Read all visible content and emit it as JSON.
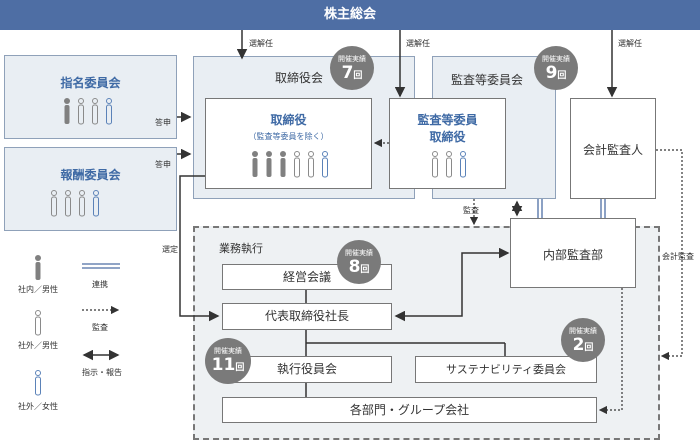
{
  "header": {
    "title": "株主総会"
  },
  "labels": {
    "senkainin": "選解任",
    "toshin": "答申",
    "kansa": "監査",
    "sentei": "選定",
    "kaikei_kansa": "会計監査"
  },
  "committees": {
    "nomination": "指名委員会",
    "compensation": "報酬委員会"
  },
  "board": {
    "title": "取締役会",
    "directors": "取締役",
    "directors_note": "（監査等委員を除く）",
    "meetings": {
      "caption": "開催実績",
      "count": "7",
      "unit": "回"
    }
  },
  "audit_committee": {
    "title": "監査等委員会",
    "member_line1": "監査等委員",
    "member_line2": "取締役",
    "meetings": {
      "caption": "開催実績",
      "count": "9",
      "unit": "回"
    }
  },
  "accounting_auditor": "会計監査人",
  "internal_audit": "内部監査部",
  "execution": {
    "title": "業務執行",
    "management_meeting": "経営会議",
    "management_meetings": {
      "caption": "開催実績",
      "count": "8",
      "unit": "回"
    },
    "president": "代表取締役社長",
    "executive_committee": "執行役員会",
    "executive_meetings": {
      "caption": "開催実績",
      "count": "11",
      "unit": "回"
    },
    "sustainability": "サステナビリティ委員会",
    "sustainability_meetings": {
      "caption": "開催実績",
      "count": "2",
      "unit": "回"
    },
    "departments": "各部門・グループ会社"
  },
  "legend": {
    "internal_male": "社内／男性",
    "external_male": "社外／男性",
    "external_female": "社外／女性",
    "cooperation": "連携",
    "audit": "監査",
    "instruction": "指示・報告"
  },
  "colors": {
    "header_bg": "#4e6ea4",
    "accent_blue": "#3f6aa5",
    "internal_person": "#808080",
    "external_person": "#a8a8a8",
    "female_person": "#5b82b8",
    "badge": "#7a7a7a"
  }
}
